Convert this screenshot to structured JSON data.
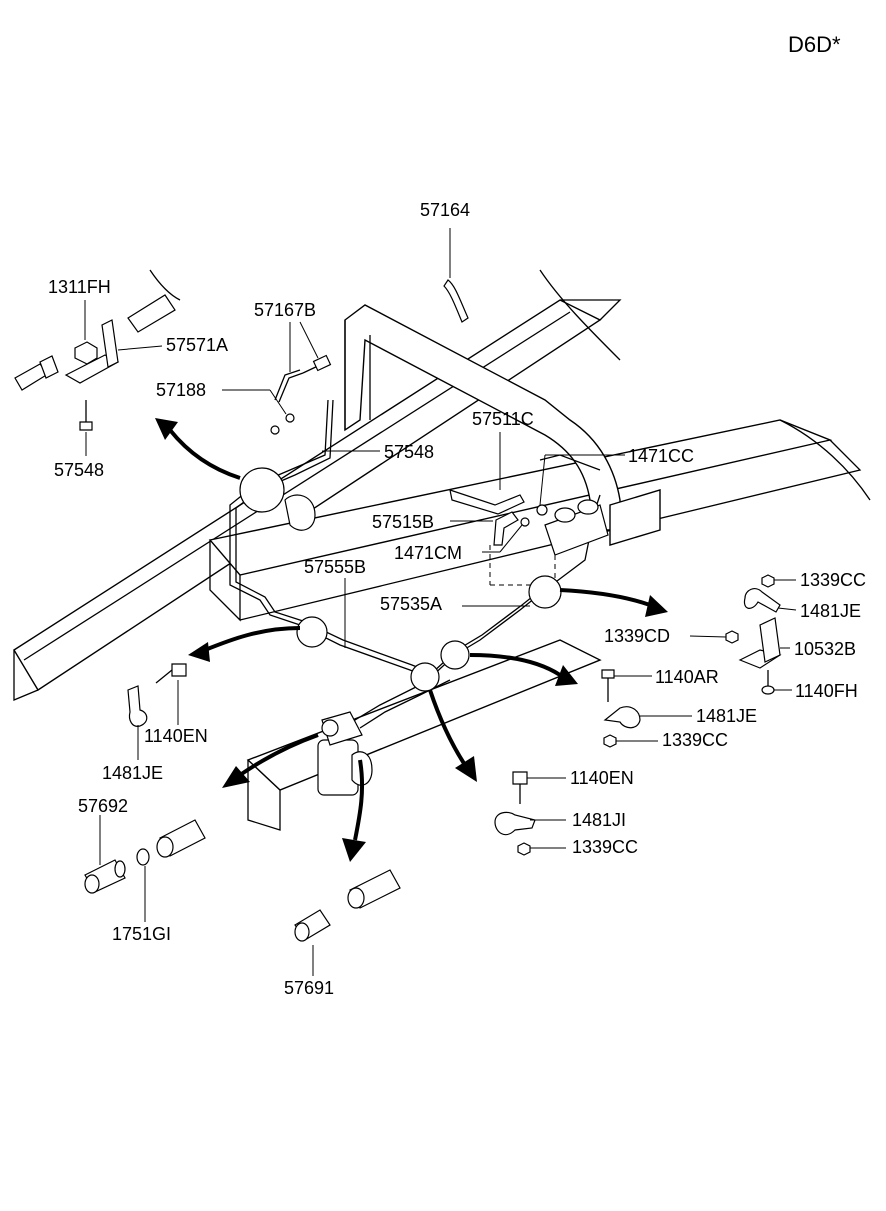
{
  "header": {
    "model_code": "D6D*"
  },
  "labels": {
    "p57164": "57164",
    "p1311FH": "1311FH",
    "p57167B": "57167B",
    "p57571A": "57571A",
    "p57188": "57188",
    "p57548_bolt": "57548",
    "p57548_line": "57548",
    "p57511C": "57511C",
    "p1471CC": "1471CC",
    "p57515B": "57515B",
    "p1471CM": "1471CM",
    "p57555B": "57555B",
    "p57535A": "57535A",
    "p1339CC_a": "1339CC",
    "p1481JE_a": "1481JE",
    "p1339CD": "1339CD",
    "p10532B": "10532B",
    "p1140AR": "1140AR",
    "p1140FH": "1140FH",
    "p1481JE_b": "1481JE",
    "p1339CC_b": "1339CC",
    "p1140EN_a": "1140EN",
    "p1481JE_c": "1481JE",
    "p57692": "57692",
    "p1140EN_b": "1140EN",
    "p1481JI": "1481JI",
    "p1339CC_c": "1339CC",
    "p1751GI": "1751GI",
    "p57691": "57691"
  }
}
